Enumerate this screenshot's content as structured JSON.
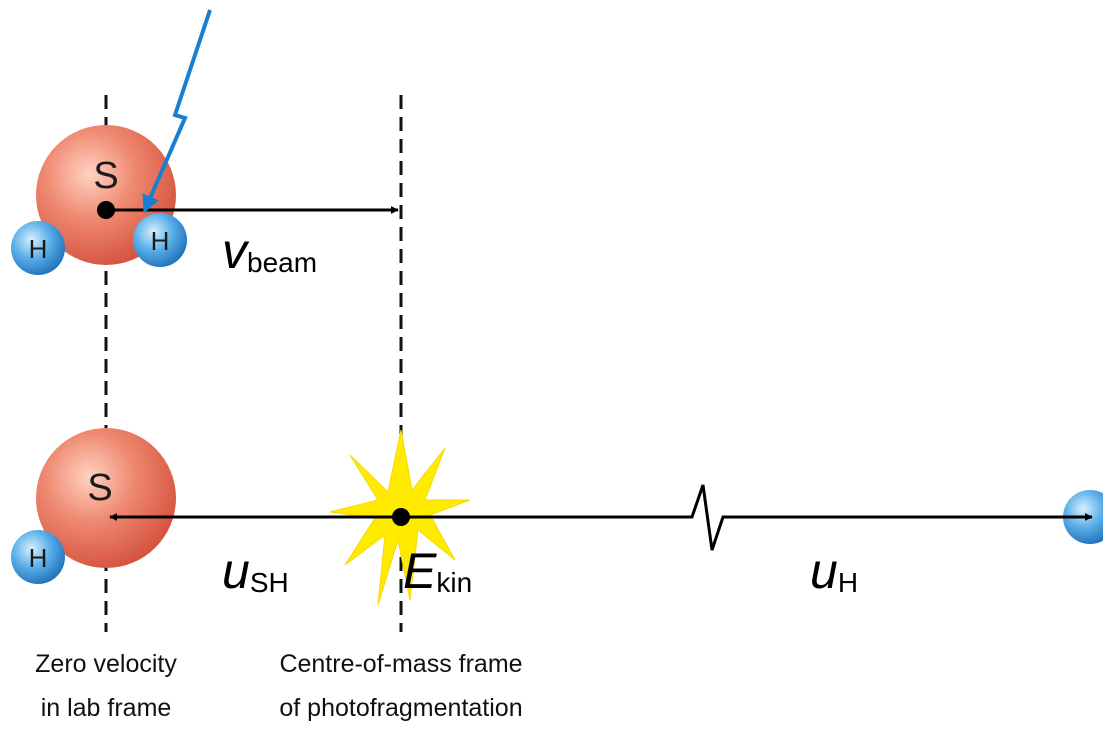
{
  "atoms": {
    "sulfur": "S",
    "hydrogen": "H"
  },
  "labels": {
    "v_beam": {
      "symbol": "v",
      "subscript": "beam"
    },
    "u_sh": {
      "symbol": "u",
      "subscript": "SH"
    },
    "e_kin": {
      "symbol": "E",
      "subscript": "kin"
    },
    "u_h": {
      "symbol": "u",
      "subscript": "H"
    }
  },
  "captions": {
    "lab_frame_line1": "Zero velocity",
    "lab_frame_line2": "in lab frame",
    "com_frame_line1": "Centre-of-mass frame",
    "com_frame_line2": "of photofragmentation"
  },
  "colors": {
    "sulfur": "#e0705a",
    "hydrogen": "#3a8fd6",
    "photon": "#1a7fd0",
    "flash": "#ffeb00",
    "arrow": "#000000"
  },
  "icons": {
    "photon": "lightning-bolt-arrow",
    "flash": "starburst-explosion"
  }
}
